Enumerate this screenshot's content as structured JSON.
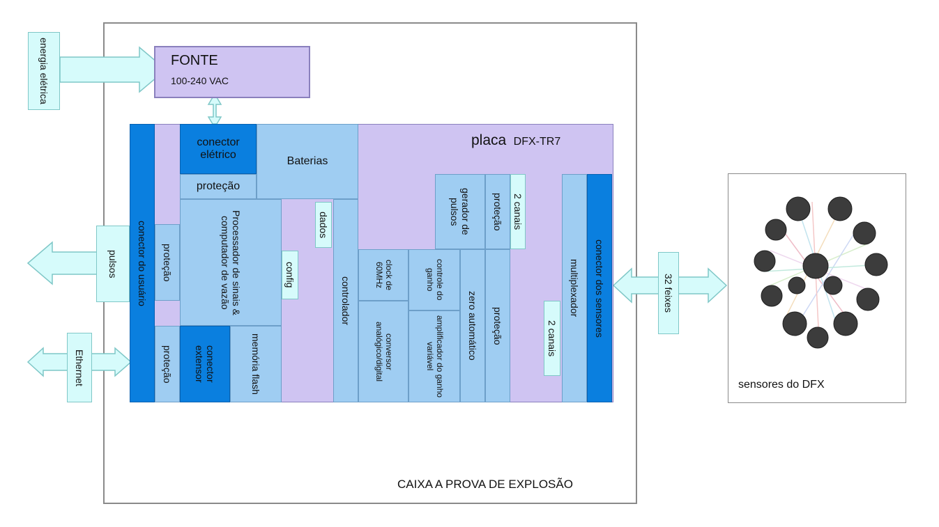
{
  "enclosure_label": "CAIXA A PROVA DE EXPLOSÃO",
  "fonte": {
    "title": "FONTE",
    "subtitle": "100-240 VAC"
  },
  "external": {
    "energia": "energia elétrica",
    "pulsos": "pulsos",
    "ethernet": "Ethernet",
    "feixes": "32 feixes",
    "sensores": "sensores do DFX"
  },
  "board": {
    "title": "placa",
    "model": "DFX-TR7",
    "conector_usuario": "conector do usuário",
    "protecao": "proteção",
    "conector_eletrico": "conector elétrico",
    "baterias": "Baterias",
    "processador": "Processador de sinais & computador de vazão",
    "dados": "dados",
    "config": "config",
    "controlador": "controlador",
    "conector_extensor": "conector extensor",
    "memoria_flash": "memória flash",
    "clock": "clock de 60MHz",
    "conversor": "conversor analógico/digital",
    "controle_ganho": "controle do ganho",
    "amplificador": "amplificador do ganho variável",
    "zero_automatico": "zero automático",
    "gerador_pulsos": "gerador de pulsos",
    "dois_canais": "2 canais",
    "multiplexador": "multiplexador",
    "conector_sensores": "conector dos sensores"
  },
  "colors": {
    "lavender": "#cfc4f2",
    "light_blue": "#9fcdf2",
    "dark_blue": "#0a7fdf",
    "arrow_fill": "#d6fbfb"
  }
}
